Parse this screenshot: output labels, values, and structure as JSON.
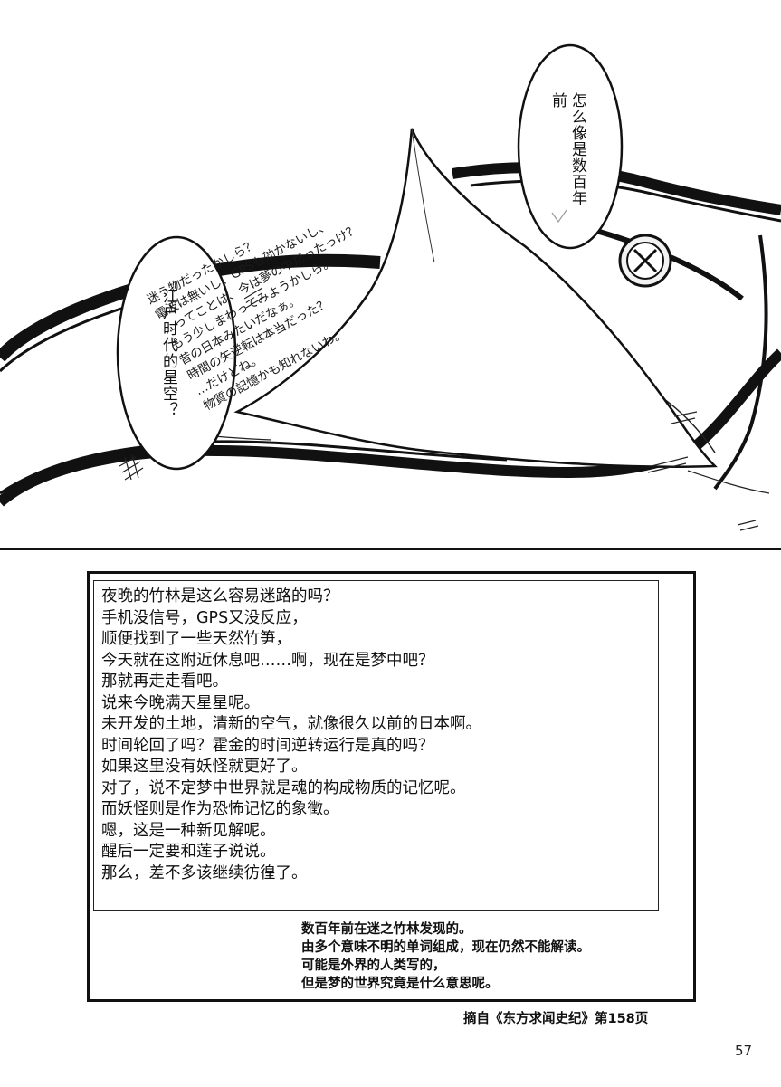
{
  "bubbles": {
    "right": "怎么像是数百年前",
    "left": "江户时代的星空？"
  },
  "note_japanese": [
    "迷う物だったかしら？",
    "電波は無いし、GPSも効かないし、",
    "…ってことは、今は夢の中だったっけ？",
    "もう少しまわってみようかしら。",
    "昔の日本みたいだなぁ。",
    "時間の矢逆転は本当だった？",
    "…だけどね。",
    "物質の記憶かも知れないわ。"
  ],
  "translation_lines": [
    "夜晚的竹林是这么容易迷路的吗？",
    "手机没信号，GPS又没反应，",
    "顺便找到了一些天然竹笋，",
    "今天就在这附近休息吧……啊，现在是梦中吧？",
    "那就再走走看吧。",
    "说来今晚满天星星呢。",
    "未开发的土地，清新的空气，就像很久以前的日本啊。",
    "时间轮回了吗？霍金的时间逆转运行是真的吗？",
    "如果这里没有妖怪就更好了。",
    "对了，说不定梦中世界就是魂的构成物质的记忆呢。",
    "而妖怪则是作为恐怖记忆的象徵。",
    "嗯，这是一种新见解呢。",
    "醒后一定要和莲子说说。",
    "那么，差不多该继续彷徨了。"
  ],
  "note_lines": [
    "数百年前在迷之竹林发现的。",
    "由多个意味不明的单词组成，现在仍然不能解读。",
    "可能是外界的人类写的，",
    "但是梦的世界究竟是什么意思呢。"
  ],
  "source": "摘自《东方求闻史纪》第158页",
  "page_number": "57"
}
